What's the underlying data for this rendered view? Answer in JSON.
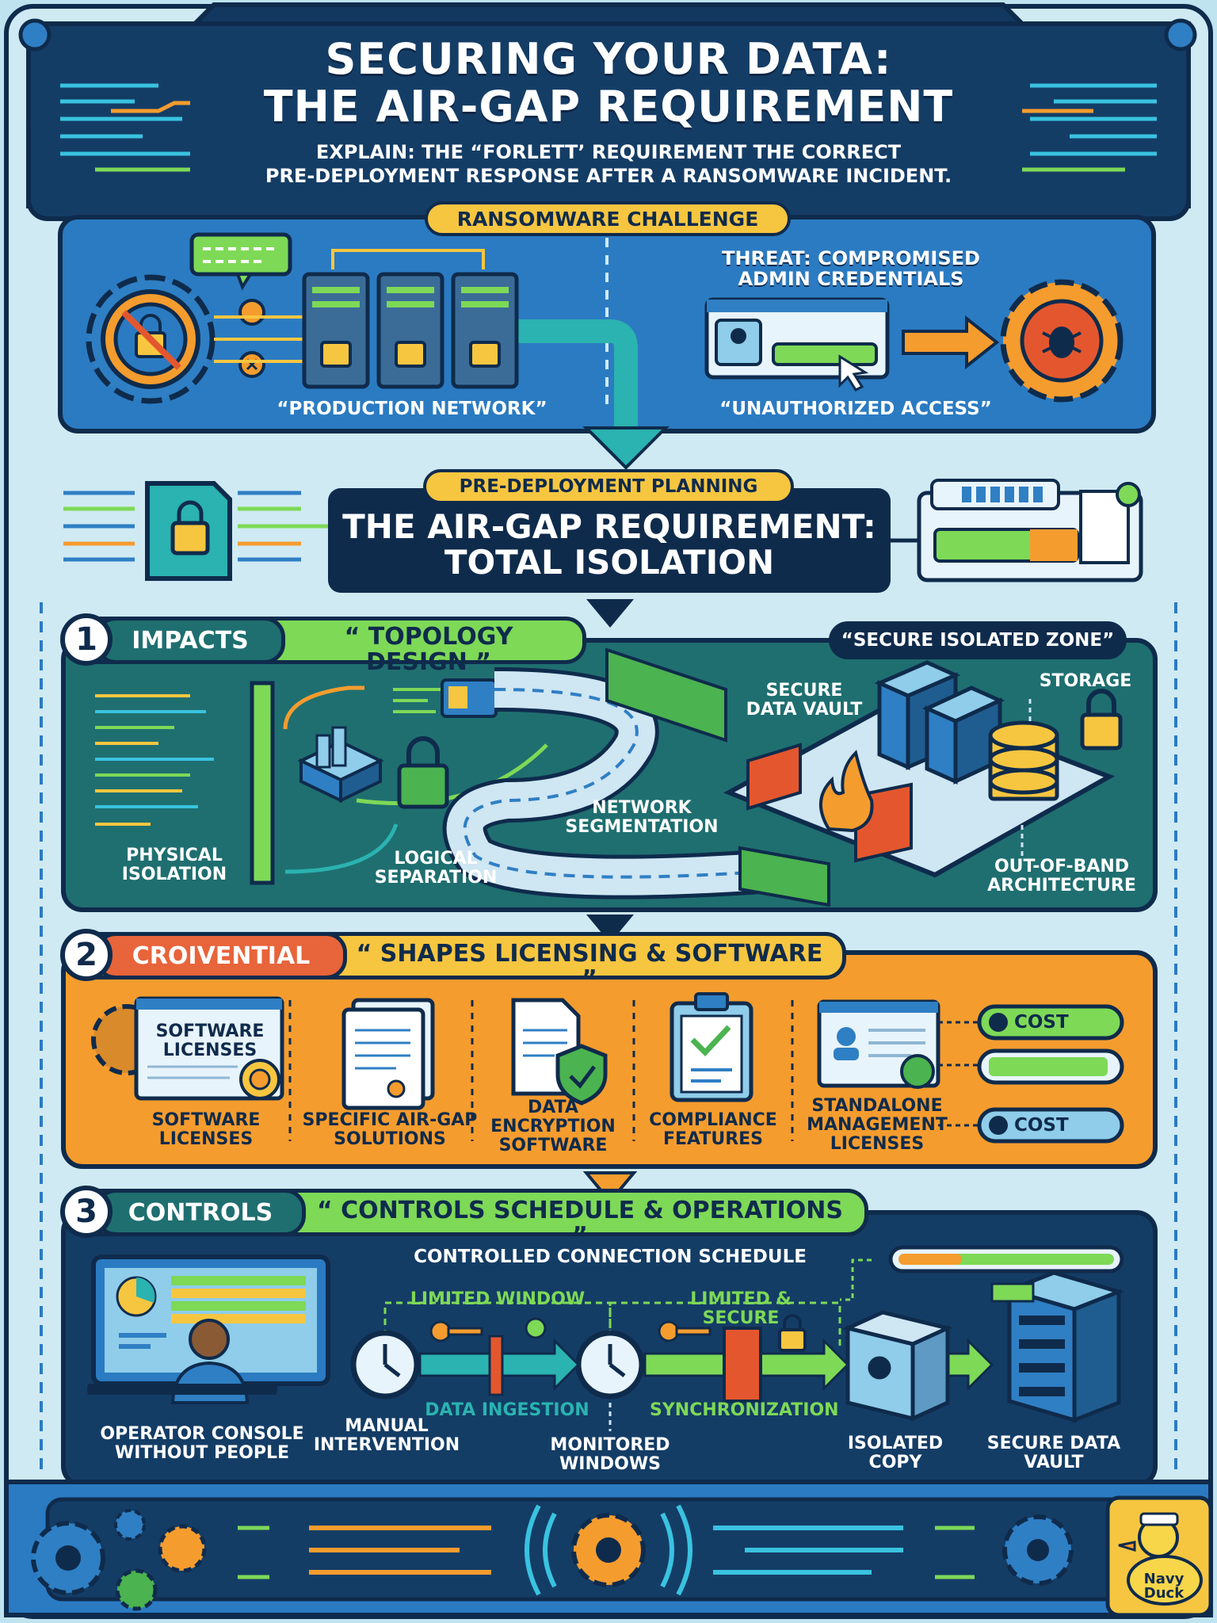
{
  "header": {
    "title_line1": "SECURING YOUR DATA:",
    "title_line2": "THE AIR-GAP REQUIREMENT",
    "subtitle_line1": "EXPLAIN:  THE “FORLETT’ REQUIREMENT THE CORRECT",
    "subtitle_line2": "PRE-DEPLOYMENT RESPONSE AFTER A RANSOMWARE INCIDENT."
  },
  "challenge": {
    "badge": "RANSOMWARE CHALLENGE",
    "threat": "THREAT: COMPROMISED\nADMIN CREDENTIALS",
    "production_label": "“PRODUCTION NETWORK”",
    "unauthorized_label": "“UNAUTHORIZED ACCESS”"
  },
  "planning": {
    "badge": "PRE-DEPLOYMENT PLANNING",
    "title": "THE AIR-GAP REQUIREMENT:\nTOTAL ISOLATION"
  },
  "section1": {
    "number": "1",
    "label": "IMPACTS",
    "heading": "“ TOPOLOGY DESIGN ”",
    "zone_tag": "“SECURE ISOLATED ZONE”",
    "physical": "PHYSICAL\nISOLATION",
    "logical": "LOGICAL\nSEPARATION",
    "segmentation": "NETWORK\nSEGMENTATION",
    "vault": "SECURE\nDATA VAULT",
    "storage": "STORAGE",
    "oob": "OUT-OF-BAND\nARCHITECTURE"
  },
  "section2": {
    "number": "2",
    "label": "CROIVENTIAL",
    "heading": "“ SHAPES LICENSING & SOFTWARE ”",
    "card_text": "SOFTWARE\nLICENSES",
    "items": [
      "SOFTWARE\nLICENSES",
      "SPECIFIC AIR-GAP\nSOLUTIONS",
      "DATA\nENCRYPTION\nSOFTWARE",
      "COMPLIANCE\nFEATURES",
      "STANDALONE\nMANAGEMENT\nLICENSES"
    ],
    "cost1": "COST",
    "cost2": "COST"
  },
  "section3": {
    "number": "3",
    "label": "CONTROLS",
    "heading": "“ CONTROLS SCHEDULE & OPERATIONS ”",
    "schedule": "CONTROLLED CONNECTION SCHEDULE",
    "limited_window": "LIMITED WINDOW",
    "limited_secure": "LIMITED & SECURE",
    "data_ingestion": "DATA INGESTION",
    "synchronization": "SYNCHRONIZATION",
    "operator": "OPERATOR CONSOLE\nWITHOUT PEOPLE",
    "manual": "MANUAL\nINTERVENTION",
    "monitored": "MONITORED\nWINDOWS",
    "isolated": "ISOLATED\nCOPY",
    "vault": "SECURE DATA\nVAULT"
  },
  "footer": {
    "mascot": "Navy\nDuck"
  },
  "colors": {
    "navy": "#0f2b4c",
    "blue": "#2f7fc4",
    "teal": "#1f6f70",
    "orange": "#f59c2e",
    "yellow": "#f7c640",
    "green": "#7ed957"
  }
}
